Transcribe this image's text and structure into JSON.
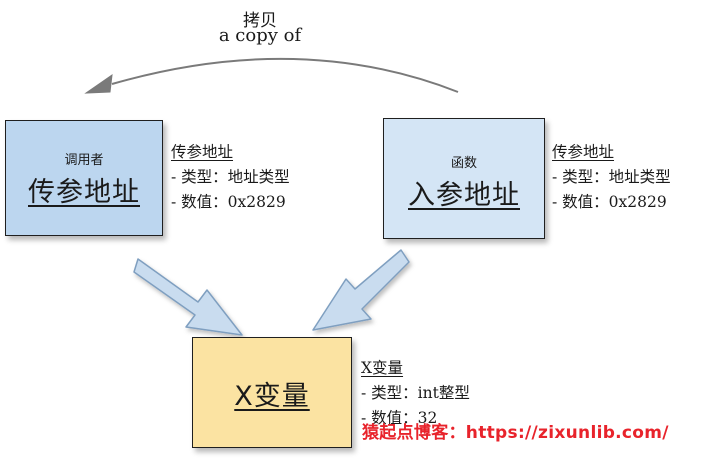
{
  "arc_label": {
    "cn": "拷贝",
    "en": "a copy of"
  },
  "caller_box": {
    "small": "调用者",
    "big": "传参地址",
    "color": "#bcd6ef"
  },
  "callee_box": {
    "small": "函数",
    "big": "入参地址",
    "color": "#d4e5f5"
  },
  "var_box": {
    "big": "X变量",
    "color": "#fbe3a2"
  },
  "caller_note": {
    "title": "传参地址",
    "line1": "- 类型：地址类型",
    "line2": "- 数值：0x2829"
  },
  "callee_note": {
    "title": "传参地址",
    "line1": "- 类型：地址类型",
    "line2": "- 数值：0x2829"
  },
  "var_note": {
    "title": "X变量",
    "line1": "- 类型：int整型",
    "line2": "- 数值：32"
  },
  "watermark": "猿起点博客：https://zixunlib.com/",
  "colors": {
    "arrow_fill": "#c9dcef",
    "arrow_stroke": "#7f9fc0",
    "arc_stroke": "#7a7a7a",
    "watermark": "#e8232b"
  }
}
